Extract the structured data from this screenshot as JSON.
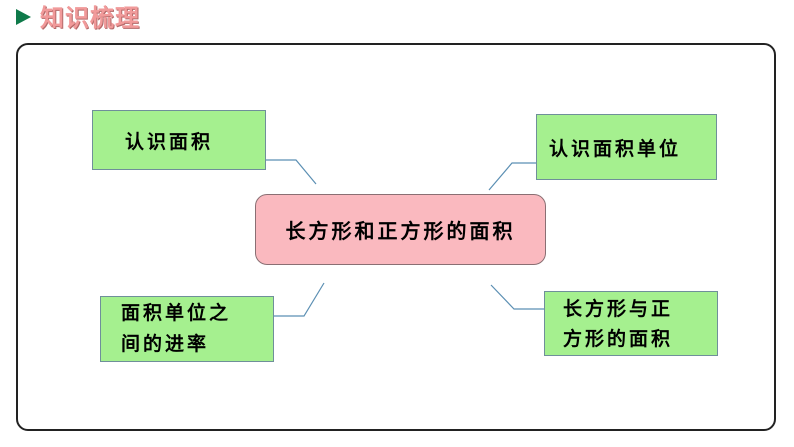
{
  "header": {
    "title": "知识梳理"
  },
  "mindmap": {
    "center": "长方形和正方形的面积",
    "top_left": "认识面积",
    "top_right": "认识面积单位",
    "bottom_left": "面积单位之\n间的进率",
    "bottom_right": "长方形与正\n方形的面积"
  },
  "colors": {
    "header_marker": "#0f7a4a",
    "header_title": "#f19a9a",
    "leaf_fill": "#a5f08f",
    "center_fill": "#fab9bf",
    "connector": "#5b8fb3"
  }
}
